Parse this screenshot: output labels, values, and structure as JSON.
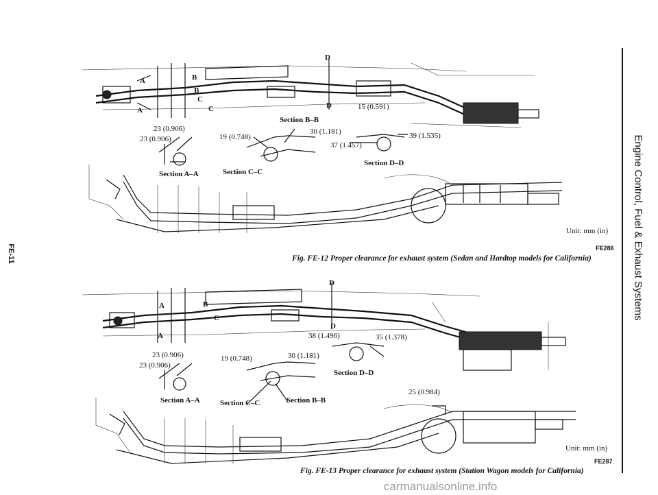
{
  "side_title": "Engine Control, Fuel & Exhaust Systems",
  "page_number": "FE-11",
  "watermark": "carmanualsonline.info",
  "figure1": {
    "labels": {
      "D_top": "D",
      "D_bottom": "D",
      "A_top": "A",
      "A_bottom": "A",
      "B_top": "B",
      "B_bottom": "B",
      "C_top": "C",
      "C_bottom": "C",
      "dim_15": "15 (0.591)",
      "section_bb": "Section B–B",
      "dim_23a": "23 (0.906)",
      "dim_23b": "23 (0.906)",
      "dim_19": "19 (0.748)",
      "dim_30": "30 (1.181)",
      "dim_39": "39 (1.535)",
      "dim_37": "37 (1.457)",
      "section_aa": "Section A–A",
      "section_cc": "Section C–C",
      "section_dd": "Section D–D"
    },
    "unit": "Unit:  mm (in)",
    "code": "FE286",
    "caption": "Fig. FE-12  Proper clearance for exhaust system (Sedan and Hardtop models for California)"
  },
  "figure2": {
    "labels": {
      "D_top": "D",
      "D_bottom": "D",
      "A_top": "A",
      "A_bottom": "A",
      "B_top": "B",
      "C_top": "C",
      "dim_38": "38 (1.496)",
      "dim_35": "35 (1.378)",
      "dim_23a": "23 (0.906)",
      "dim_23b": "23 (0.906)",
      "dim_19": "19 (0.748)",
      "dim_30": "30 (1.181)",
      "section_dd": "Section D–D",
      "section_aa": "Section A–A",
      "section_cc": "Section C–C",
      "section_bb": "Section B–B",
      "dim_25": "25 (0.984)"
    },
    "unit": "Unit:  mm (in)",
    "code": "FE287",
    "caption": "Fig. FE-13  Proper clearance for exhaust system (Station Wagon models for California)"
  }
}
